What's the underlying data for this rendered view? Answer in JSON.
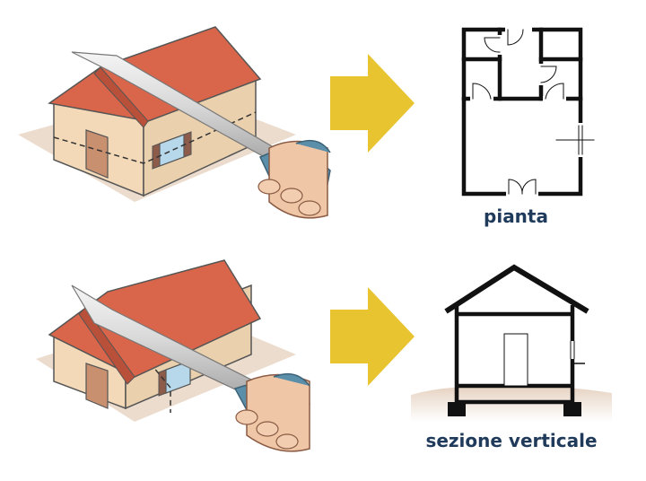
{
  "captions": {
    "plan": "pianta",
    "section": "sezione verticale"
  },
  "colors": {
    "roof": "#d9664a",
    "wall": "#f3d9b8",
    "arrow": "#e8c430",
    "ground": "#e9d7c7",
    "caption": "#1f3a5a",
    "knife_handle": "#5b8ea8"
  },
  "icons": [
    "house-cut-horizontal",
    "house-cut-vertical",
    "arrow-right-icon",
    "floor-plan",
    "vertical-section"
  ]
}
